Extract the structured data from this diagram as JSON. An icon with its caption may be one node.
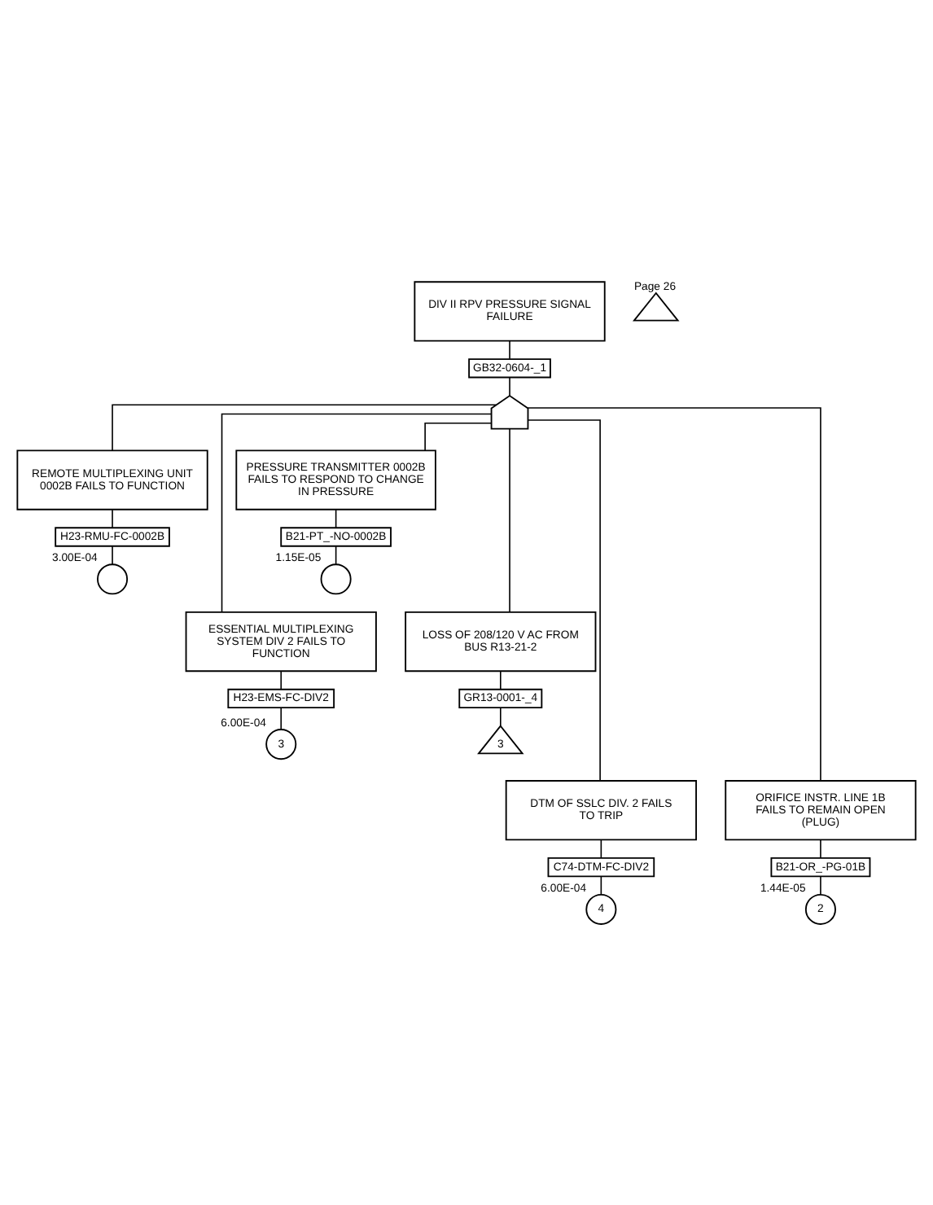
{
  "diagram": {
    "nodes": [
      {
        "text": [
          "DIV II RPV PRESSURE SIGNAL FAILURE"
        ]
      },
      {
        "text": [
          "GB32-0604-_1"
        ]
      },
      {
        "text": [],
        "shape": "triangle",
        "beside": [
          "Page 26"
        ]
      },
      {
        "text": [],
        "shape": "gate"
      },
      {
        "text": [
          "REMOTE MULTIPLEXING UNIT 0002B FAILS TO FUNCTION"
        ]
      },
      {
        "text": [
          "H23-RMU-FC-0002B"
        ]
      },
      {
        "text": [],
        "shape": "circle",
        "beside": [
          "3.00E-04"
        ]
      },
      {
        "text": [
          "PRESSURE TRANSMITTER 0002B FAILS TO RESPOND TO CHANGE IN PRESSURE"
        ]
      },
      {
        "text": [
          "B21-PT_-NO-0002B"
        ]
      },
      {
        "text": [],
        "shape": "circle",
        "beside": [
          "1.15E-05"
        ]
      },
      {
        "text": [
          "ESSENTIAL MULTIPLEXING SYSTEM DIV 2 FAILS TO FUNCTION"
        ]
      },
      {
        "text": [
          "H23-EMS-FC-DIV2"
        ]
      },
      {
        "text": [
          "3"
        ],
        "beside": [
          "6.00E-04"
        ]
      },
      {
        "text": [
          "LOSS OF 208/120 V AC FROM BUS R13-21-2"
        ]
      },
      {
        "text": [
          "GR13-0001-_4"
        ]
      },
      {
        "text": [
          "3"
        ]
      },
      {
        "text": [
          "DTM OF SSLC DIV. 2 FAILS TO TRIP"
        ]
      },
      {
        "text": [
          "C74-DTM-FC-DIV2"
        ]
      },
      {
        "text": [
          "4"
        ],
        "beside": [
          "6.00E-04"
        ]
      },
      {
        "text": [
          "ORIFICE INSTR. LINE 1B FAILS TO REMAIN OPEN (PLUG)"
        ]
      },
      {
        "text": [
          "B21-OR_-PG-01B"
        ]
      },
      {
        "text": [
          "2"
        ],
        "beside": [
          "1.44E-05"
        ]
      }
    ],
    "edges": [
      {
        "from": 0,
        "to": 1,
        "arrow": "none"
      },
      {
        "from": 1,
        "to": 3,
        "arrow": "none"
      },
      {
        "from": 3,
        "to": 4,
        "arrow": "none"
      },
      {
        "from": 3,
        "to": 7,
        "arrow": "none"
      },
      {
        "from": 3,
        "to": 10,
        "arrow": "none"
      },
      {
        "from": 3,
        "to": 13,
        "arrow": "none"
      },
      {
        "from": 3,
        "to": 16,
        "arrow": "none"
      },
      {
        "from": 3,
        "to": 19,
        "arrow": "none"
      },
      {
        "from": 4,
        "to": 5,
        "arrow": "none"
      },
      {
        "from": 5,
        "to": 6,
        "arrow": "none"
      },
      {
        "from": 7,
        "to": 8,
        "arrow": "none"
      },
      {
        "from": 8,
        "to": 9,
        "arrow": "none"
      },
      {
        "from": 10,
        "to": 11,
        "arrow": "none"
      },
      {
        "from": 11,
        "to": 12,
        "arrow": "none"
      },
      {
        "from": 13,
        "to": 14,
        "arrow": "none"
      },
      {
        "from": 14,
        "to": 15,
        "arrow": "none"
      },
      {
        "from": 16,
        "to": 17,
        "arrow": "none"
      },
      {
        "from": 17,
        "to": 18,
        "arrow": "none"
      },
      {
        "from": 19,
        "to": 20,
        "arrow": "none"
      },
      {
        "from": 20,
        "to": 21,
        "arrow": "none"
      }
    ]
  }
}
